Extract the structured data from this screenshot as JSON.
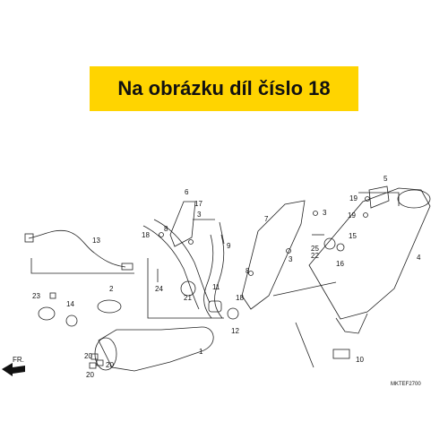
{
  "banner": {
    "text": "Na obrázku díl číslo 18",
    "background": "#ffd400"
  },
  "diagram": {
    "callouts": [
      "1",
      "2",
      "3",
      "3",
      "3",
      "4",
      "5",
      "6",
      "7",
      "8",
      "8",
      "9",
      "10",
      "11",
      "12",
      "13",
      "14",
      "15",
      "16",
      "17",
      "18",
      "18",
      "19",
      "19",
      "20",
      "20",
      "20",
      "21",
      "22",
      "23",
      "24",
      "25"
    ],
    "direction_label": "FR.",
    "diagram_code": "MKTEF2700"
  }
}
